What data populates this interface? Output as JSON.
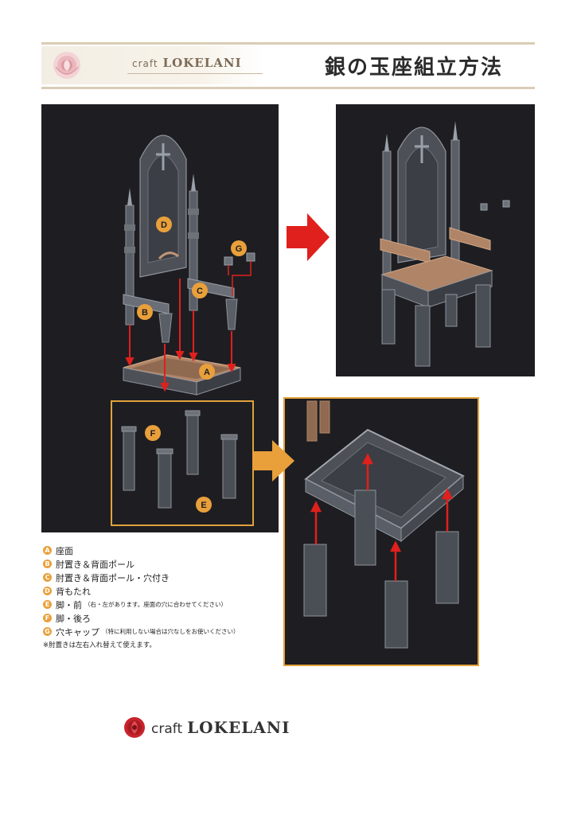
{
  "header": {
    "brand_craft": "craft",
    "brand_name": "LOKELANI",
    "title": "銀の玉座組立方法"
  },
  "parts": [
    {
      "id": "A",
      "name": "座面",
      "note": ""
    },
    {
      "id": "B",
      "name": "肘置き＆背面ポール",
      "note": ""
    },
    {
      "id": "C",
      "name": "肘置き＆背面ポール・穴付き",
      "note": ""
    },
    {
      "id": "D",
      "name": "背もたれ",
      "note": ""
    },
    {
      "id": "E",
      "name": "脚・前",
      "note": "（右・左があります。座面の穴に合わせてください）"
    },
    {
      "id": "F",
      "name": "脚・後ろ",
      "note": ""
    },
    {
      "id": "G",
      "name": "穴キャップ",
      "note": "（特に利用しない場合は穴なしをお使いください）"
    }
  ],
  "footnote": "※肘置きは左右入れ替えて使えます。",
  "footer": {
    "brand_craft": "craft",
    "brand_name": "LOKELANI"
  },
  "colors": {
    "accent_orange": "#e9a03b",
    "arrow_red": "#e0201c",
    "panel_bg": "#1e1e22",
    "header_rule": "#d9cdb4"
  }
}
